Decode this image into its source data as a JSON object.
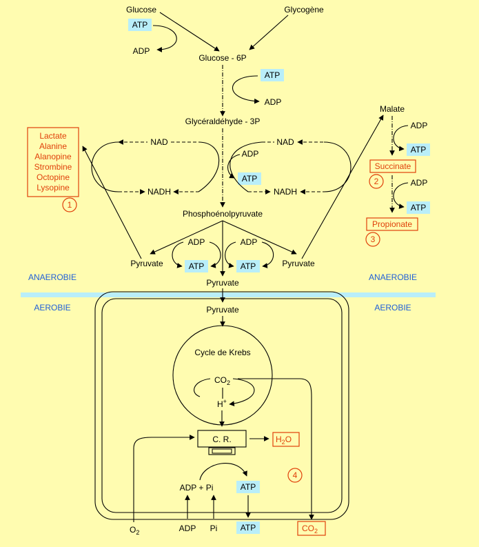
{
  "colors": {
    "background": "#FFFCB0",
    "energy_box": "#B9EEF9",
    "product_red": "#E0400A",
    "zone_blue": "#1F5FD8",
    "separator": "#B9EEF9"
  },
  "top": {
    "glucose": "Glucose",
    "glycogene": "Glycogène",
    "atp1": "ATP",
    "adp1": "ADP",
    "glucose6p": "Glucose - 6P",
    "atp2": "ATP",
    "adp2": "ADP",
    "glyceraldehyde": "Glycéraldéhyde - 3P"
  },
  "redox": {
    "nad_left": "NAD",
    "nad_right": "NAD",
    "nadh_left": "NADH",
    "nadh_right": "NADH",
    "adp3": "ADP",
    "atp3": "ATP",
    "pep": "Phosphoénolpyruvate"
  },
  "left_products": {
    "items": [
      "Lactate",
      "Alanine",
      "Alanopine",
      "Strombine",
      "Octopine",
      "Lysopine"
    ],
    "number": "1"
  },
  "right_branch": {
    "malate": "Malate",
    "adp_a": "ADP",
    "atp_a": "ATP",
    "succinate": "Succinate",
    "number2": "2",
    "adp_b": "ADP",
    "atp_b": "ATP",
    "propionate": "Propionate",
    "number3": "3"
  },
  "pyruvate_row": {
    "adp_left": "ADP",
    "adp_right": "ADP",
    "atp_left": "ATP",
    "atp_right": "ATP",
    "pyruvate_left": "Pyruvate",
    "pyruvate_right": "Pyruvate",
    "pyruvate_center": "Pyruvate"
  },
  "zones": {
    "anaerobie_left": "ANAEROBIE",
    "anaerobie_right": "ANAEROBIE",
    "aerobie_left": "AEROBIE",
    "aerobie_right": "AEROBIE"
  },
  "mito": {
    "pyruvate": "Pyruvate",
    "krebs": "Cycle de Krebs",
    "co2": "CO",
    "co2_sub": "2",
    "h": "H",
    "h_sup": "+",
    "cr": "C. R.",
    "h2o_h": "H",
    "h2o_sub": "2",
    "h2o_o": "O",
    "number4": "4",
    "adp_pi": "ADP + Pi",
    "atp_inner": "ATP"
  },
  "bottom": {
    "o2_o": "O",
    "o2_sub": "2",
    "adp": "ADP",
    "pi": "Pi",
    "atp": "ATP",
    "co2_c": "CO",
    "co2_sub": "2"
  }
}
